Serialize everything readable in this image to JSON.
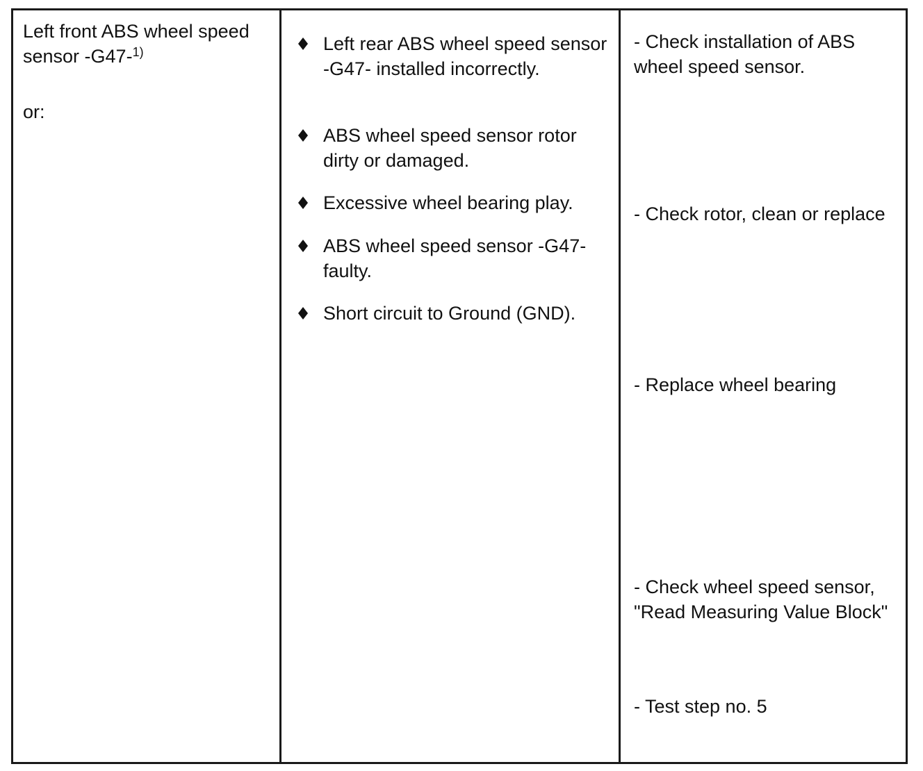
{
  "fault": {
    "label": "Left front ABS wheel speed sensor -G47-",
    "footnote": "1)",
    "alt": "or:"
  },
  "causes": [
    {
      "text": "Left rear ABS wheel speed sensor -G47- installed incorrectly.",
      "icon": "diamond-bullet-icon"
    },
    {
      "text": "ABS wheel speed sensor rotor dirty or damaged.",
      "icon": "diamond-bullet-icon"
    },
    {
      "text": "Excessive wheel bearing play.",
      "icon": "diamond-bullet-icon"
    },
    {
      "text": "ABS wheel speed sensor -G47- faulty.",
      "icon": "diamond-bullet-icon"
    },
    {
      "text": "Short circuit to Ground (GND).",
      "icon": "diamond-bullet-icon"
    }
  ],
  "remedies": [
    "- Check installation of ABS wheel speed sensor.",
    "- Check rotor, clean or replace",
    "- Replace wheel bearing",
    "- Check wheel speed sensor, \"Read Measuring Value Block\"",
    "- Test step no. 5"
  ]
}
